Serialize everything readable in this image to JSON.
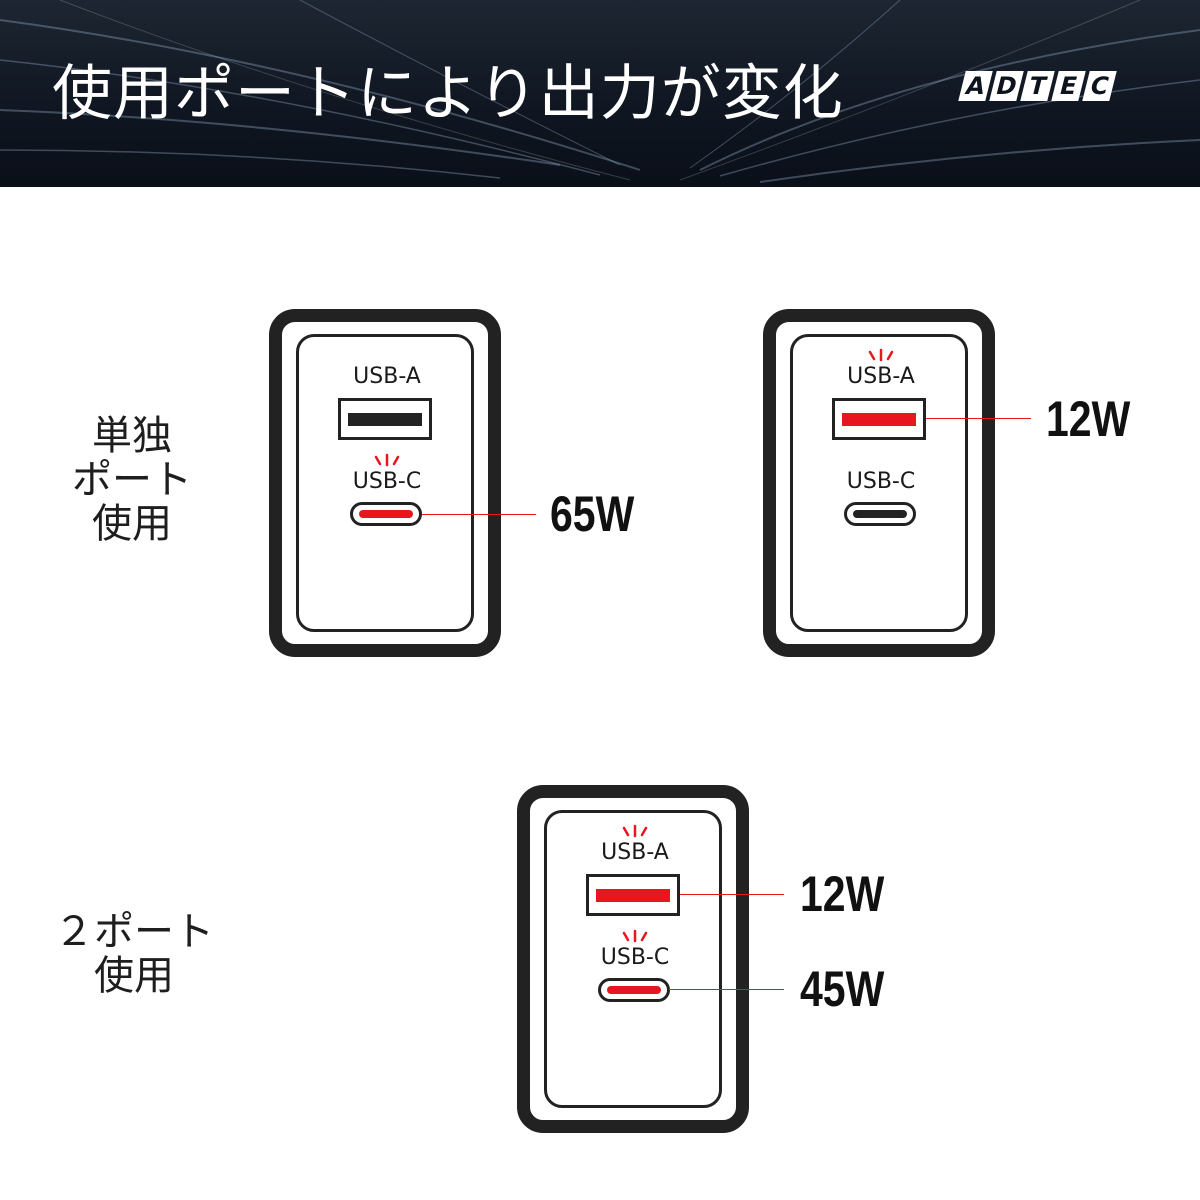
{
  "banner": {
    "title": "使用ポートにより出力が変化",
    "logo": [
      "A",
      "D",
      "T",
      "E",
      "C"
    ]
  },
  "labels": {
    "single_port": [
      "単独",
      "ポート",
      "使用"
    ],
    "two_port": [
      "２ポート",
      "使用"
    ]
  },
  "chargers": [
    {
      "usb_a_label": "USB-A",
      "usb_c_label": "USB-C",
      "usb_a_active": false,
      "usb_c_active": true,
      "usb_c_watt": "65W"
    },
    {
      "usb_a_label": "USB-A",
      "usb_c_label": "USB-C",
      "usb_a_active": true,
      "usb_c_active": false,
      "usb_a_watt": "12W"
    },
    {
      "usb_a_label": "USB-A",
      "usb_c_label": "USB-C",
      "usb_a_active": true,
      "usb_c_active": true,
      "usb_a_watt": "12W",
      "usb_c_watt": "45W"
    }
  ],
  "colors": {
    "accent": "#e8161f",
    "outline": "#222222",
    "banner": "#101722"
  }
}
